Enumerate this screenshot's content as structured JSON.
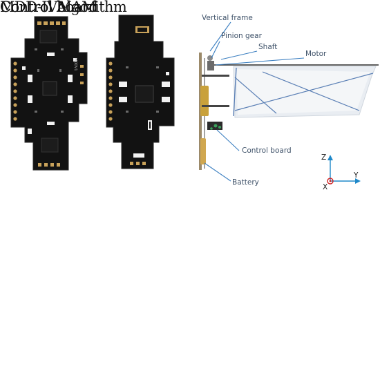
{
  "overlapping_titles": [
    "MDD-IVMAM",
    "Control board",
    "Control Algorithm"
  ],
  "callouts": {
    "vertical_frame": "Vertical frame",
    "pinion_gear": "Pinion gear",
    "shaft": "Shaft",
    "motor": "Motor",
    "control_board": "Control board",
    "battery": "Battery"
  },
  "axes": {
    "z": "Z",
    "y": "Y",
    "x": "X"
  },
  "pcb_silkscreen": "MDDV1",
  "colors": {
    "pcb": "#121212",
    "pad": "#c9a25a",
    "callout_line": "#3b7fc1",
    "label_text": "#3e5168",
    "axis_arrow": "#1e88c9",
    "x_marker": "#d11f1f",
    "wing_fill": "#e9edf2"
  }
}
